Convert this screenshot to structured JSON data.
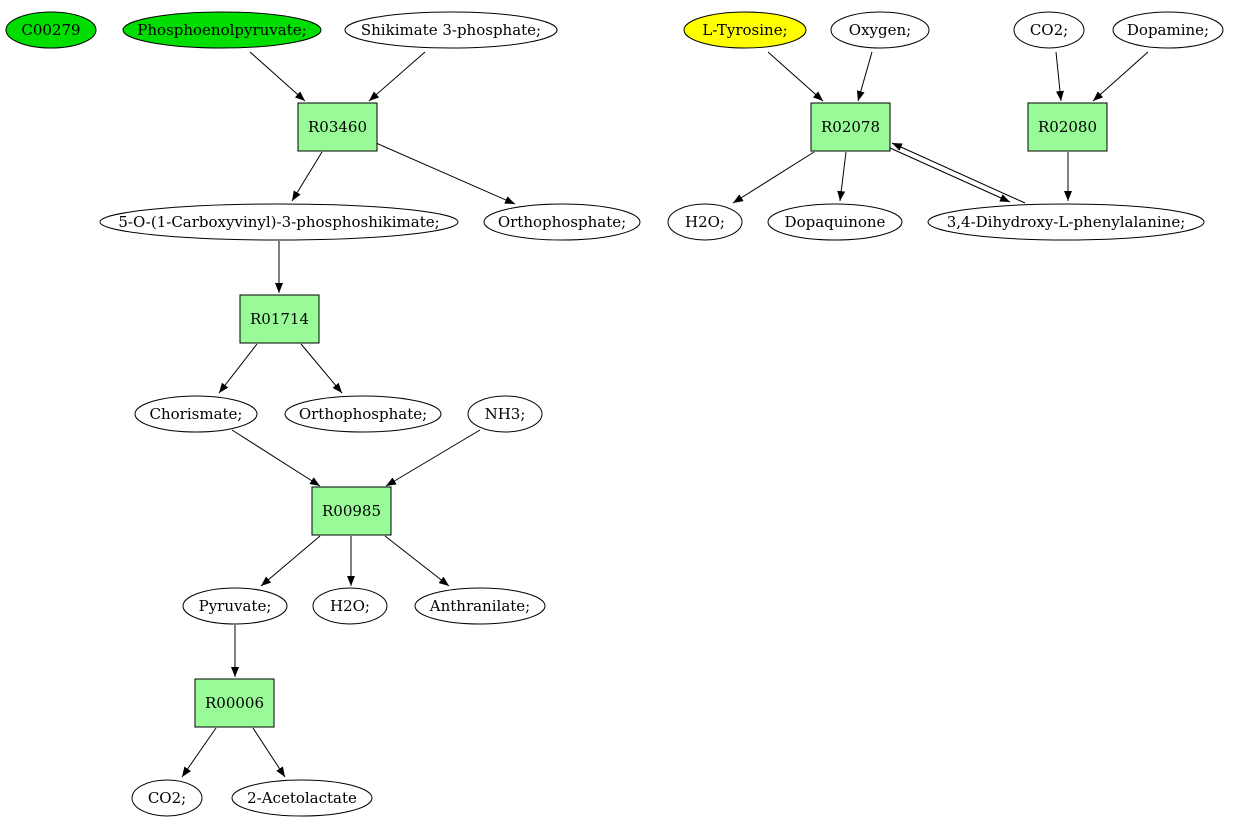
{
  "colors": {
    "reaction": "#98fb98",
    "start_compound": "#00dd00",
    "highlight_compound": "#ffff00",
    "compound": "#ffffff"
  },
  "compounds": [
    {
      "id": "c00279",
      "label": "C00279",
      "fill": "start_compound"
    },
    {
      "id": "pep",
      "label": "Phosphoenolpyruvate;",
      "fill": "start_compound"
    },
    {
      "id": "s3p",
      "label": "Shikimate 3-phosphate;",
      "fill": "compound"
    },
    {
      "id": "ltyr",
      "label": "L-Tyrosine;",
      "fill": "highlight_compound"
    },
    {
      "id": "oxy",
      "label": "Oxygen;",
      "fill": "compound"
    },
    {
      "id": "co2a",
      "label": "CO2;",
      "fill": "compound"
    },
    {
      "id": "dopamine",
      "label": "Dopamine;",
      "fill": "compound"
    },
    {
      "id": "epsp",
      "label": "5-O-(1-Carboxyvinyl)-3-phosphoshikimate;",
      "fill": "compound"
    },
    {
      "id": "pi1",
      "label": "Orthophosphate;",
      "fill": "compound"
    },
    {
      "id": "h2oa",
      "label": "H2O;",
      "fill": "compound"
    },
    {
      "id": "dopaq",
      "label": "Dopaquinone",
      "fill": "compound"
    },
    {
      "id": "ldopa",
      "label": "3,4-Dihydroxy-L-phenylalanine;",
      "fill": "compound"
    },
    {
      "id": "chor",
      "label": "Chorismate;",
      "fill": "compound"
    },
    {
      "id": "pi2",
      "label": "Orthophosphate;",
      "fill": "compound"
    },
    {
      "id": "nh3",
      "label": "NH3;",
      "fill": "compound"
    },
    {
      "id": "pyr",
      "label": "Pyruvate;",
      "fill": "compound"
    },
    {
      "id": "h2ob",
      "label": "H2O;",
      "fill": "compound"
    },
    {
      "id": "anth",
      "label": "Anthranilate;",
      "fill": "compound"
    },
    {
      "id": "co2b",
      "label": "CO2;",
      "fill": "compound"
    },
    {
      "id": "acetol",
      "label": "2-Acetolactate",
      "fill": "compound"
    }
  ],
  "reactions": [
    {
      "id": "r03460",
      "label": "R03460"
    },
    {
      "id": "r02078",
      "label": "R02078"
    },
    {
      "id": "r02080",
      "label": "R02080"
    },
    {
      "id": "r01714",
      "label": "R01714"
    },
    {
      "id": "r00985",
      "label": "R00985"
    },
    {
      "id": "r00006",
      "label": "R00006"
    }
  ],
  "edges": [
    {
      "from": "pep",
      "to": "r03460"
    },
    {
      "from": "s3p",
      "to": "r03460"
    },
    {
      "from": "r03460",
      "to": "epsp"
    },
    {
      "from": "r03460",
      "to": "pi1"
    },
    {
      "from": "epsp",
      "to": "r01714"
    },
    {
      "from": "r01714",
      "to": "chor"
    },
    {
      "from": "r01714",
      "to": "pi2"
    },
    {
      "from": "chor",
      "to": "r00985"
    },
    {
      "from": "nh3",
      "to": "r00985"
    },
    {
      "from": "r00985",
      "to": "pyr"
    },
    {
      "from": "r00985",
      "to": "h2ob"
    },
    {
      "from": "r00985",
      "to": "anth"
    },
    {
      "from": "pyr",
      "to": "r00006"
    },
    {
      "from": "r00006",
      "to": "co2b"
    },
    {
      "from": "r00006",
      "to": "acetol"
    },
    {
      "from": "ltyr",
      "to": "r02078"
    },
    {
      "from": "oxy",
      "to": "r02078"
    },
    {
      "from": "r02078",
      "to": "h2oa"
    },
    {
      "from": "r02078",
      "to": "dopaq"
    },
    {
      "from": "r02078",
      "to": "ldopa"
    },
    {
      "from": "ldopa",
      "to": "r02078"
    },
    {
      "from": "co2a",
      "to": "r02080"
    },
    {
      "from": "dopamine",
      "to": "r02080"
    },
    {
      "from": "r02080",
      "to": "ldopa"
    }
  ]
}
